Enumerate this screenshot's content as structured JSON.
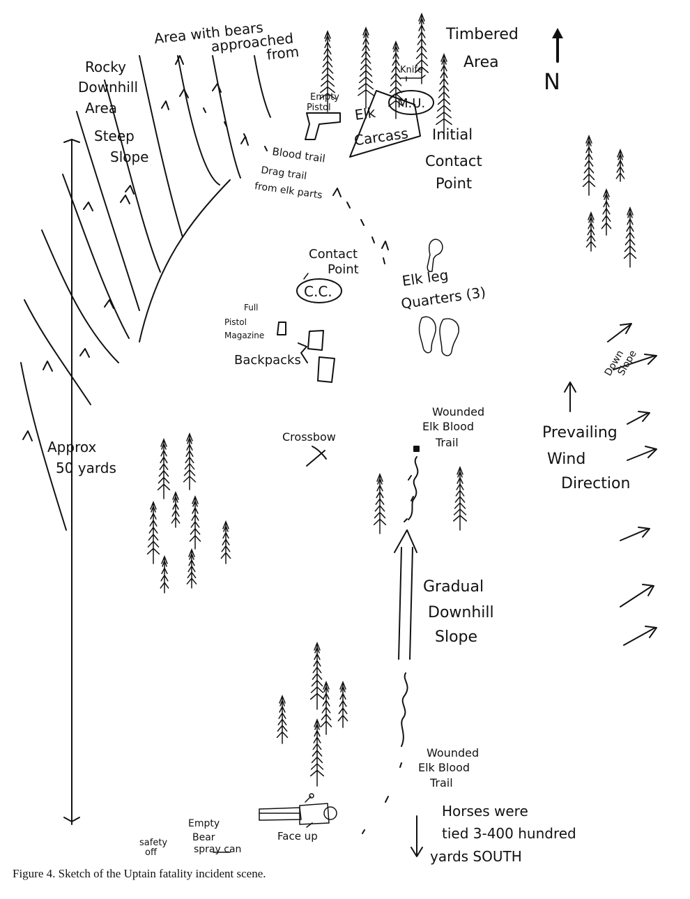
{
  "labels": {
    "bears_area": [
      "Area with bears",
      "approached",
      "from"
    ],
    "rocky_area": [
      "Rocky",
      "Downhill",
      "Area"
    ],
    "steep_slope": [
      "Steep",
      "Slope"
    ],
    "timbered_area": [
      "Timbered",
      "Area"
    ],
    "north": "N",
    "knife": "Knife",
    "mu": "M.U.",
    "empty_pistol": [
      "Empty",
      "Pistol"
    ],
    "elk_carcass": [
      "Elk",
      "Carcass"
    ],
    "initial_contact": [
      "Initial",
      "Contact",
      "Point"
    ],
    "blood_trail": "Blood trail",
    "drag_trail": [
      "Drag trail",
      "from elk parts"
    ],
    "contact_point": [
      "Contact",
      "Point"
    ],
    "cc": "C.C.",
    "elk_leg": [
      "Elk leg",
      "Quarters (3)"
    ],
    "full_magazine": [
      "Full",
      "Pistol",
      "Magazine"
    ],
    "backpacks": "Backpacks",
    "down_slope": [
      "Down",
      "Slope"
    ],
    "approx_yards": [
      "Approx",
      "50 yards"
    ],
    "crossbow": "Crossbow",
    "wounded_blood_trail_top": [
      "Wounded",
      "Elk Blood",
      "Trail"
    ],
    "prevailing_wind": [
      "Prevailing",
      "Wind",
      "Direction"
    ],
    "gradual_slope": [
      "Gradual",
      "Downhill",
      "Slope"
    ],
    "wounded_blood_trail_bottom": [
      "Wounded",
      "Elk Blood",
      "Trail"
    ],
    "horses": [
      "Horses were",
      "tied 3-400 hundred",
      "yards SOUTH"
    ],
    "empty_bear_spray": [
      "Empty",
      "Bear",
      "spray can"
    ],
    "safety_off": [
      "safety",
      "off"
    ],
    "face_up": "Face up"
  },
  "caption": "Figure 4.  Sketch of the Uptain fatality incident scene."
}
